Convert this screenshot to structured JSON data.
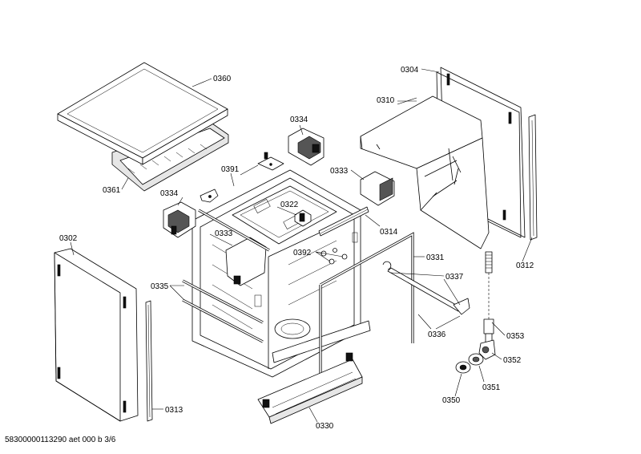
{
  "footer": {
    "text": "58300000113290 aet 000 b 3/6"
  },
  "parts": {
    "p0360": "0360",
    "p0361": "0361",
    "p0334a": "0334",
    "p0334b": "0334",
    "p0391": "0391",
    "p0333a": "0333",
    "p0333b": "0333",
    "p0322": "0322",
    "p0304": "0304",
    "p0310": "0310",
    "p0314": "0314",
    "p0392": "0392",
    "p0331": "0331",
    "p0337": "0337",
    "p0336": "0336",
    "p0312": "0312",
    "p0302": "0302",
    "p0335": "0335",
    "p0353": "0353",
    "p0352": "0352",
    "p0351": "0351",
    "p0350": "0350",
    "p0313": "0313",
    "p0330": "0330"
  }
}
